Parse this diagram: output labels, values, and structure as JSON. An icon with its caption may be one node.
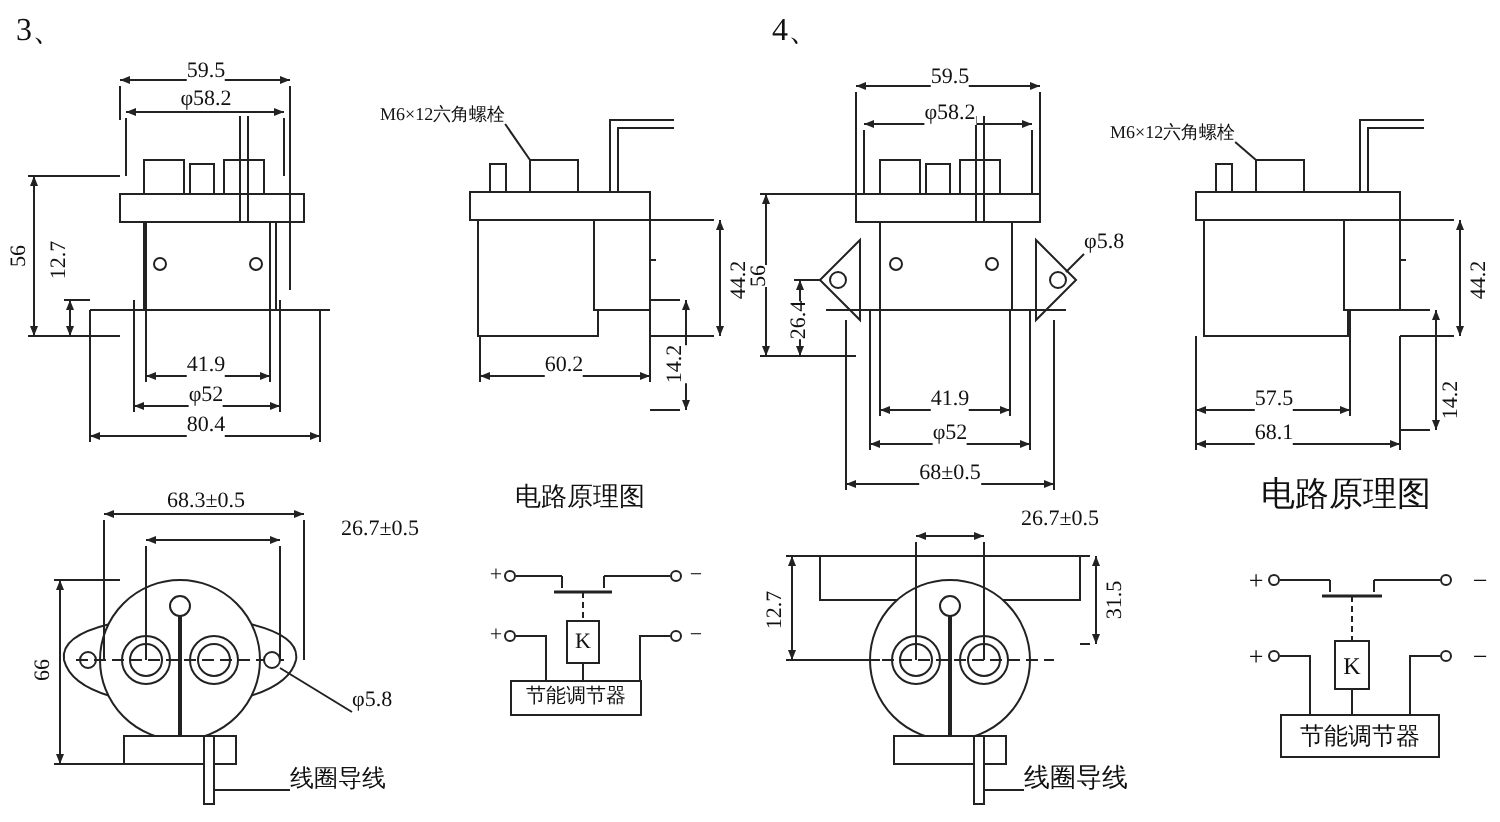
{
  "diagram": {
    "nodes": [
      {
        "text": [
          "M6×12六角螺栓"
        ]
      },
      {
        "text": [
          "φ5.8"
        ]
      },
      {
        "text": [
          "线圈导线"
        ]
      },
      {
        "text": [
          "K"
        ]
      },
      {
        "text": [
          "节能调节器"
        ]
      },
      {
        "text": [
          "M6×12六角螺栓"
        ]
      },
      {
        "text": [
          "φ5.8"
        ]
      },
      {
        "text": [
          "线圈导线"
        ]
      },
      {
        "text": [
          "K"
        ]
      },
      {
        "text": [
          "节能调节器"
        ]
      },
      {
        "text": [],
        "shape": "box"
      },
      {
        "text": [],
        "shape": "circle"
      },
      {
        "text": [],
        "shape": "bar"
      },
      {
        "text": [],
        "shape": "box"
      },
      {
        "text": [],
        "shape": "circle"
      },
      {
        "text": [],
        "shape": "bar"
      }
    ],
    "edges": [
      {
        "from": 0,
        "to": 10,
        "arrow": "none"
      },
      {
        "from": 1,
        "to": 11,
        "arrow": "none"
      },
      {
        "from": 2,
        "to": 12,
        "arrow": "none"
      },
      {
        "from": 3,
        "to": 4,
        "arrow": "none"
      },
      {
        "from": 5,
        "to": 13,
        "arrow": "none"
      },
      {
        "from": 6,
        "to": 14,
        "arrow": "none"
      },
      {
        "from": 7,
        "to": 15,
        "arrow": "none"
      },
      {
        "from": 8,
        "to": 9,
        "arrow": "none"
      }
    ],
    "labels": [
      "3、",
      "59.5",
      "φ58.2",
      "56",
      "12.7",
      "41.9",
      "φ52",
      "80.4",
      "44.2",
      "60.2",
      "14.2",
      "4、",
      "59.5",
      "φ58.2",
      "56",
      "26.4",
      "41.9",
      "φ52",
      "68±0.5",
      "44.2",
      "57.5",
      "68.1",
      "14.2",
      "68.3±0.5",
      "26.7±0.5",
      "66",
      "电路原理图",
      "+",
      "−",
      "+",
      "−",
      "26.7±0.5",
      "12.7",
      "31.5",
      "电路原理图",
      "+",
      "−",
      "+",
      "−"
    ]
  }
}
